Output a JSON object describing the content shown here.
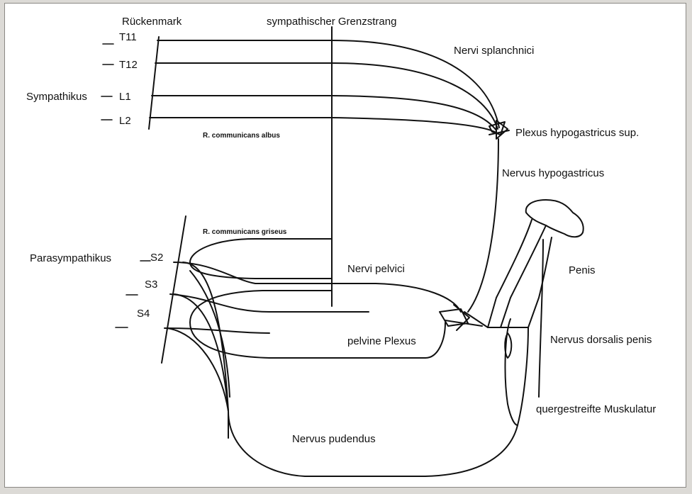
{
  "diagram": {
    "colors": {
      "background": "#dcdad6",
      "paper": "#ffffff",
      "ink": "#111111"
    },
    "labels": {
      "rueckenmark": "Rückenmark",
      "grenzstrang": "sympathischer Grenzstrang",
      "sympathikus": "Sympathikus",
      "t11": "T11",
      "t12": "T12",
      "l1": "L1",
      "l2": "L2",
      "r_comm_albus": "R. communicans albus",
      "nervi_splanchnici": "Nervi splanchnici",
      "plexus_hypogastricus_sup": "Plexus hypogastricus sup.",
      "nervus_hypogastricus": "Nervus hypogastricus",
      "r_comm_griseus": "R. communicans griseus",
      "parasympathikus": "Parasympathikus",
      "s2": "S2",
      "s3": "S3",
      "s4": "S4",
      "nervi_pelvici": "Nervi pelvici",
      "penis": "Penis",
      "pelvine_plexus": "pelvine Plexus",
      "nervus_dorsalis_penis": "Nervus dorsalis penis",
      "quergestreifte_muskulatur": "quergestreifte Muskulatur",
      "nervus_pudendus": "Nervus pudendus"
    }
  }
}
